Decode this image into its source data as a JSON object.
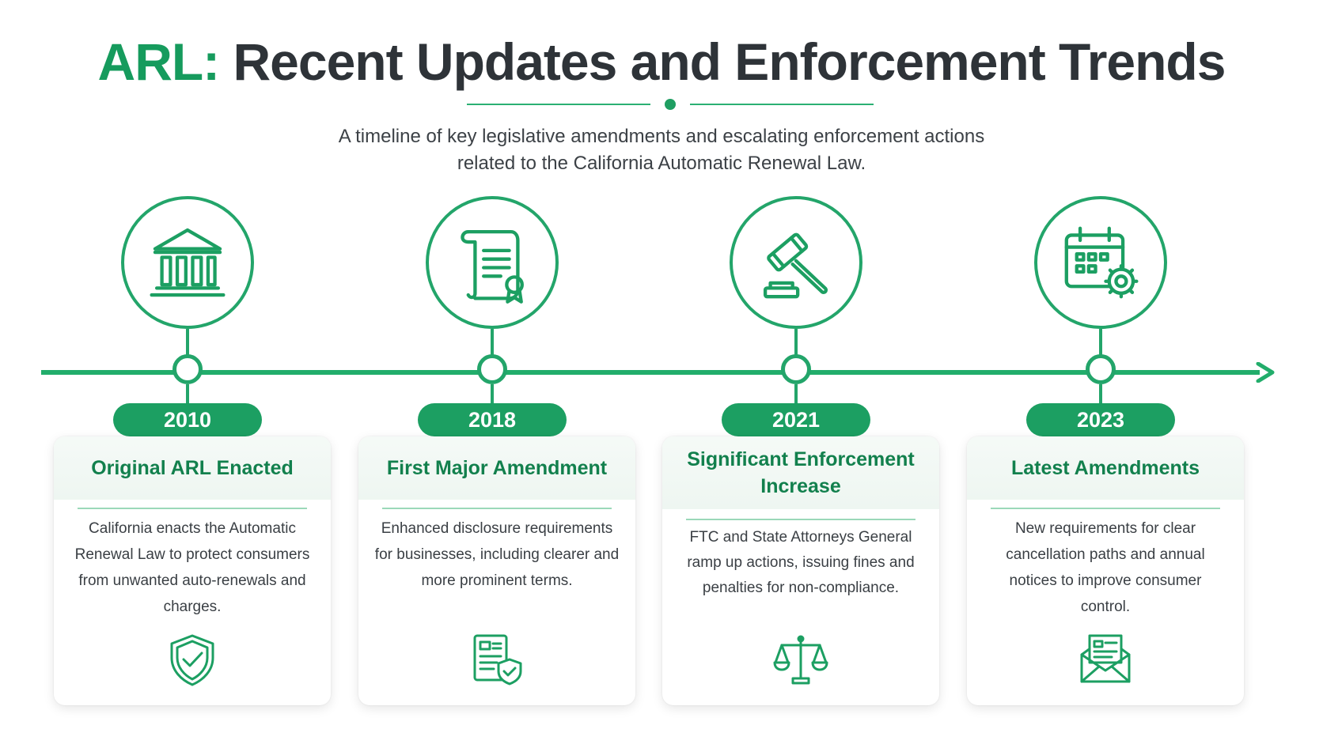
{
  "header": {
    "title_accent": "ARL:",
    "title_rest": " Recent Updates and Enforcement Trends",
    "subtitle_line1": "A timeline of key legislative amendments and escalating enforcement actions",
    "subtitle_line2": "related to the California Automatic Renewal Law."
  },
  "colors": {
    "accent": "#1c9f62",
    "heading": "#12804d",
    "title": "#2e3338"
  },
  "events": [
    {
      "year": "2010",
      "heading": "Original ARL Enacted",
      "body": "California enacts the Automatic Renewal Law to protect consumers from unwanted auto-renewals and charges.",
      "top_icon": "bank-building-icon",
      "bottom_icon": "shield-check-icon"
    },
    {
      "year": "2018",
      "heading": "First Major Amendment",
      "body": "Enhanced disclosure requirements for businesses, including clearer and more prominent terms.",
      "top_icon": "scroll-certificate-icon",
      "bottom_icon": "document-shield-icon"
    },
    {
      "year": "2021",
      "heading": "Significant Enforcement Increase",
      "body": "FTC and State Attorneys General ramp up actions, issuing fines and penalties for non-compliance.",
      "top_icon": "gavel-icon",
      "bottom_icon": "scales-icon"
    },
    {
      "year": "2023",
      "heading": "Latest Amendments",
      "body": "New requirements for clear cancellation paths and annual notices to improve consumer control.",
      "top_icon": "calendar-gear-icon",
      "bottom_icon": "envelope-letter-icon"
    }
  ]
}
